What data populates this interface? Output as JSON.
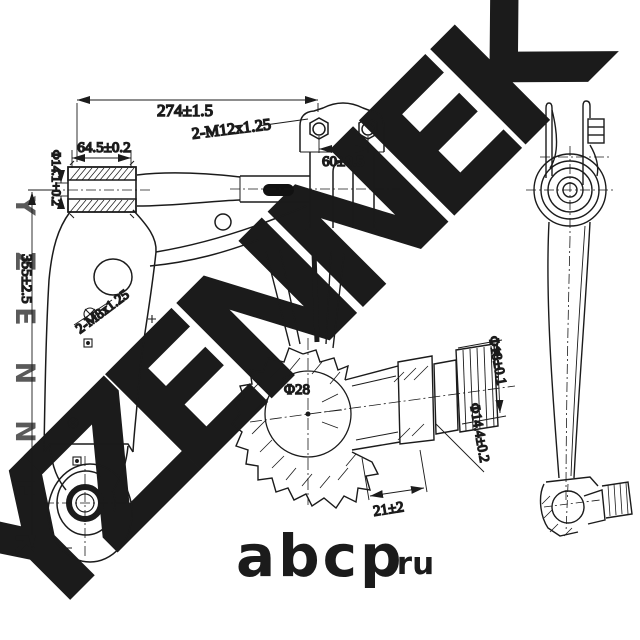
{
  "drawing": {
    "dimensions": {
      "overall_length": "274±1.5",
      "upper_bolt_spec": "2-M12x1.25",
      "bushing_width": "64.5±0.2",
      "bracket_span": "60±0.5",
      "bushing_bore": "Φ14.1+0.2",
      "overall_height": "355±2.5",
      "lower_bolt_spec": "2-M8x1.25",
      "ball_diameter": "Φ28",
      "thread_diameter": "Φ18±0.1",
      "taper_diameter": "Φ14.4±0.2",
      "taper_length": "21±2"
    }
  },
  "watermarks": {
    "brand_diagonal": "YZENNEK",
    "brand_side": "YZENNEK",
    "logo_main": "abcp",
    "logo_suffix": ".ru",
    "brand_color": "#e3e7e4",
    "side_color": "#3da576",
    "logo_color": "#c6c6c6"
  }
}
